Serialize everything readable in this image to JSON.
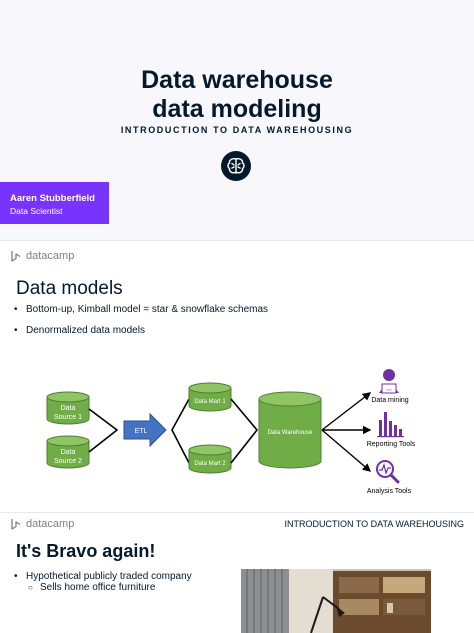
{
  "slide1": {
    "title_line1": "Data warehouse",
    "title_line2": "data modeling",
    "subtitle": "INTRODUCTION TO DATA WAREHOUSING",
    "author_name": "Aaren Stubberfield",
    "author_role": "Data Scientist",
    "icon": "brain-icon"
  },
  "slide2": {
    "logo_text": "datacamp",
    "heading": "Data models",
    "bullets": [
      "Bottom-up, Kimball model = star & snowflake schemas",
      "Denormalized data models"
    ],
    "diagram": {
      "source1": [
        "Data",
        "Source 1"
      ],
      "source2": [
        "Data",
        "Source 2"
      ],
      "etl": "ETL",
      "mart1": "Data Mart 1",
      "mart2": "Data Mart 2",
      "warehouse": "Data Warehouse",
      "tools": [
        "Data mining",
        "Reporting Tools",
        "Analysis Tools"
      ],
      "colors": {
        "green_fill": "#70ad47",
        "green_stroke": "#507e32",
        "etl_fill": "#4472c4",
        "tool_purple": "#7030a0"
      }
    }
  },
  "slide3": {
    "logo_text": "datacamp",
    "course": "INTRODUCTION TO DATA WAREHOUSING",
    "heading": "It's Bravo again!",
    "bullets": [
      "Hypothetical publicly traded company"
    ],
    "sub_bullets": [
      "Sells home office furniture"
    ]
  }
}
